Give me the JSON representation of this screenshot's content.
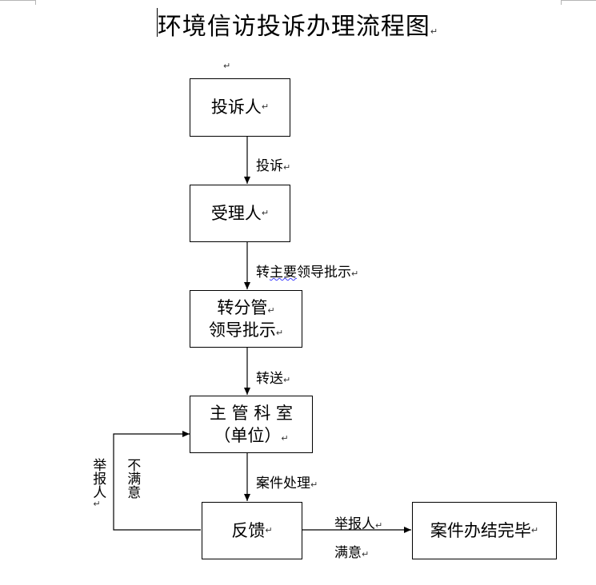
{
  "title": "环境信访投诉办理流程图",
  "nodes": {
    "complainant": "投诉人",
    "receiver": "受理人",
    "leader_line1": "转分管",
    "leader_line2": "领导批示",
    "dept_line1": "主 管 科 室",
    "dept_line2": "（单位）",
    "feedback": "反馈",
    "closed": "案件办结完毕"
  },
  "edges": {
    "complain": "投诉",
    "forward_main_pre": "转",
    "forward_main_mid": "主要",
    "forward_main_post": "领导批示",
    "forward": "转送",
    "handle": "案件处理",
    "satisfied_1": "举报人",
    "satisfied_2": "满意",
    "reporter_vertical": "举报人",
    "not_satisfied_vertical": "不满意"
  },
  "marks": {
    "paragraph": "↵"
  }
}
